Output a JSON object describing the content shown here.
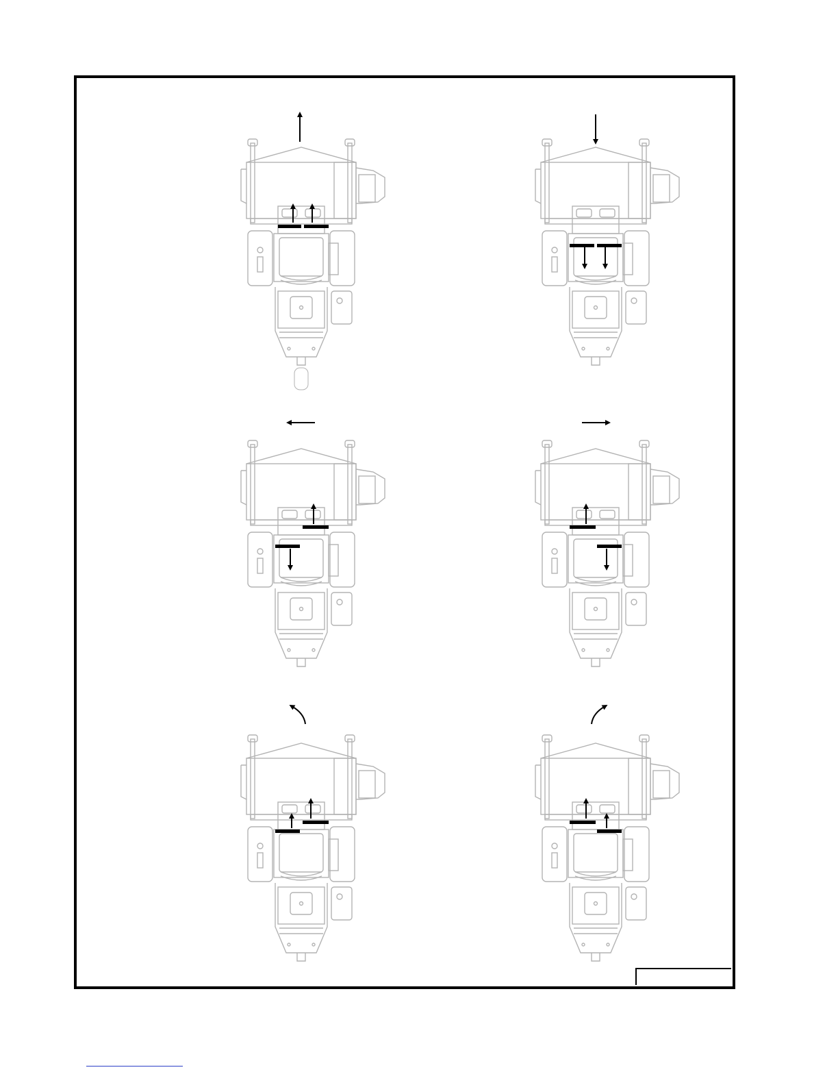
{
  "figure": {
    "line_color": "#b3b3b3",
    "arrow_color": "#000000",
    "bar_color": "#000000",
    "link_color": "#2b3fc7",
    "panels": [
      {
        "id": "forward",
        "motion": "arrow-up",
        "left_lever": "forward",
        "right_lever": "forward"
      },
      {
        "id": "reverse",
        "motion": "arrow-down",
        "left_lever": "reverse",
        "right_lever": "reverse"
      },
      {
        "id": "left-turn",
        "motion": "arrow-left",
        "left_lever": "reverse",
        "right_lever": "forward"
      },
      {
        "id": "right-turn",
        "motion": "arrow-right",
        "left_lever": "forward",
        "right_lever": "reverse"
      },
      {
        "id": "gradual-left",
        "motion": "arrow-curve-left",
        "left_lever": "forward-slight",
        "right_lever": "forward"
      },
      {
        "id": "gradual-right",
        "motion": "arrow-curve-right",
        "left_lever": "forward",
        "right_lever": "forward-slight"
      }
    ]
  }
}
